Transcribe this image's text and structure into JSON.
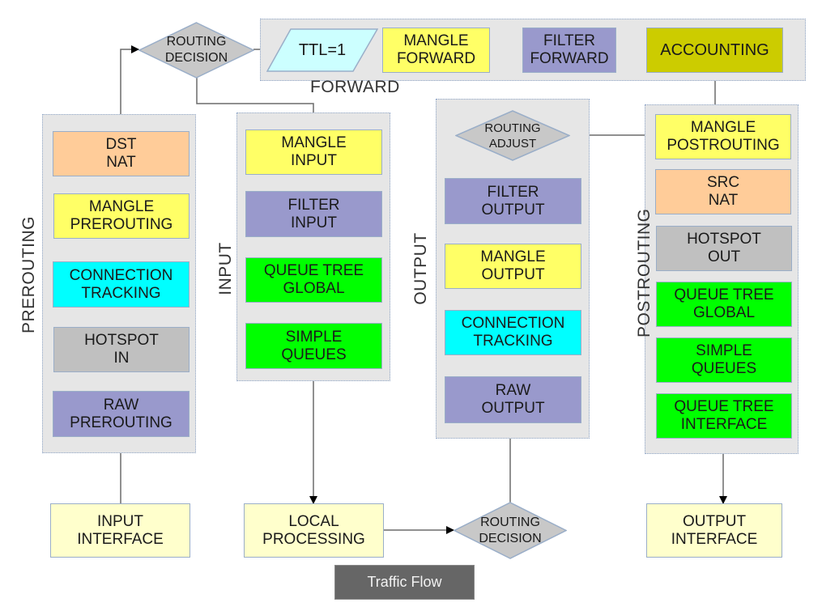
{
  "caption": "Traffic Flow",
  "colors": {
    "mangle": "#ffff66",
    "filter": "#9999cc",
    "nat": "#ffcc99",
    "conntrack": "#00ffff",
    "hotspot": "#c0c0c0",
    "queue": "#00ff00",
    "accounting": "#cccc00",
    "interface": "#ffffcc",
    "ttl": "#ccffff",
    "decision": "#c8c8c8",
    "group_bg": "#e6e6e6"
  },
  "groups": {
    "forward": "FORWARD",
    "prerouting": "PREROUTING",
    "input": "INPUT",
    "output": "OUTPUT",
    "postrouting": "POSTROUTING"
  },
  "decisions": {
    "routing_decision_top": "ROUTING\nDECISION",
    "routing_adjust": "ROUTING\nADJUST",
    "routing_decision_bottom": "ROUTING\nDECISION"
  },
  "forward": {
    "ttl": "TTL=1",
    "mangle_forward": "MANGLE\nFORWARD",
    "filter_forward": "FILTER\nFORWARD",
    "accounting": "ACCOUNTING"
  },
  "prerouting": {
    "dst_nat": "DST\nNAT",
    "mangle_prerouting": "MANGLE\nPREROUTING",
    "connection_tracking": "CONNECTION\nTRACKING",
    "hotspot_in": "HOTSPOT\nIN",
    "raw_prerouting": "RAW\nPREROUTING"
  },
  "input": {
    "mangle_input": "MANGLE\nINPUT",
    "filter_input": "FILTER\nINPUT",
    "queue_tree_global": "QUEUE TREE\nGLOBAL",
    "simple_queues": "SIMPLE\nQUEUES"
  },
  "output": {
    "filter_output": "FILTER\nOUTPUT",
    "mangle_output": "MANGLE\nOUTPUT",
    "connection_tracking": "CONNECTION\nTRACKING",
    "raw_output": "RAW\nOUTPUT"
  },
  "postrouting": {
    "mangle_postrouting": "MANGLE\nPOSTROUTING",
    "src_nat": "SRC\nNAT",
    "hotspot_out": "HOTSPOT\nOUT",
    "queue_tree_global": "QUEUE TREE\nGLOBAL",
    "simple_queues": "SIMPLE\nQUEUES",
    "queue_tree_interface": "QUEUE TREE\nINTERFACE"
  },
  "endpoints": {
    "input_interface": "INPUT\nINTERFACE",
    "local_processing": "LOCAL\nPROCESSING",
    "output_interface": "OUTPUT\nINTERFACE"
  }
}
